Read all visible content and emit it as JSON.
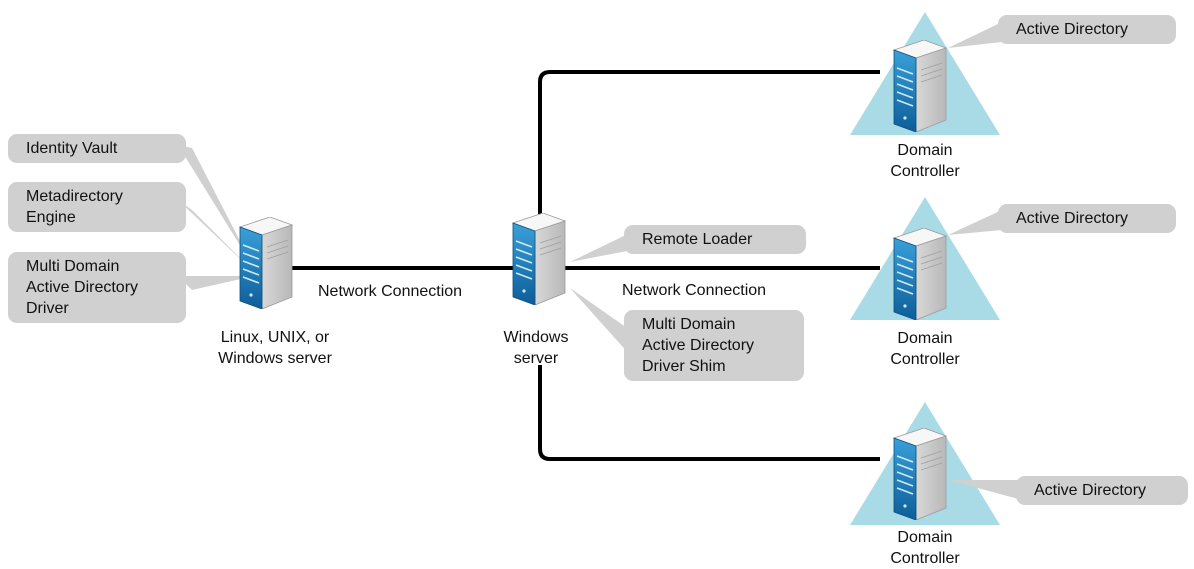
{
  "colors": {
    "callout_bg": "#d0d0d0",
    "triangle": "#a9dbe6",
    "line": "#000000",
    "server_blue": "#1a7ab8",
    "server_body": "#e8e8e8"
  },
  "left_server": {
    "label": "Linux, UNIX, or\nWindows server",
    "callouts": [
      "Identity Vault",
      "Metadirectory\nEngine",
      "Multi Domain\nActive Directory\nDriver"
    ]
  },
  "center_server": {
    "label": "Windows\nserver",
    "callouts": [
      "Remote Loader",
      "Multi Domain\nActive Directory\nDriver Shim"
    ]
  },
  "connections": {
    "left_label": "Network Connection",
    "right_label": "Network Connection"
  },
  "domain_controllers": [
    {
      "label": "Domain\nController",
      "callout": "Active Directory"
    },
    {
      "label": "Domain\nController",
      "callout": "Active Directory"
    },
    {
      "label": "Domain\nController",
      "callout": "Active Directory"
    }
  ],
  "icons": [
    "server-icon"
  ]
}
